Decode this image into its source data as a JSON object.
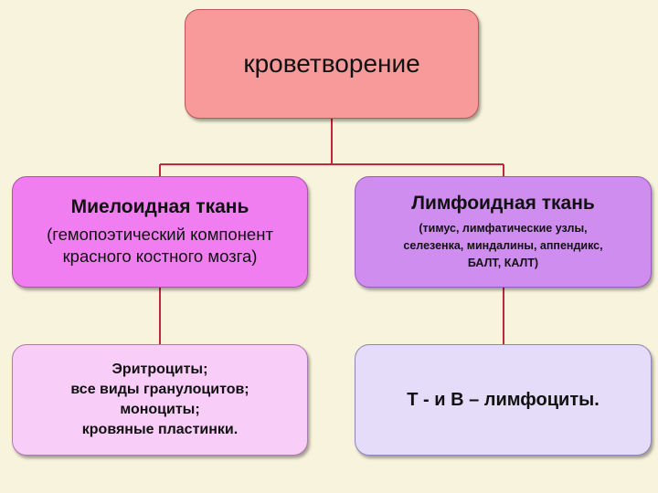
{
  "root": {
    "label": "кроветворение"
  },
  "myeloid": {
    "title": "Миелоидная ткань",
    "description_lines": [
      "(гемопоэтический компонент",
      "красного костного мозга)"
    ]
  },
  "lymphoid": {
    "title": "Лимфоидная ткань",
    "description_lines": [
      "(тимус, лимфатические узлы,",
      "селезенка, миндалины, аппендикс,",
      "БАЛТ, КАЛТ)"
    ]
  },
  "myeloid_products": {
    "lines": [
      "Эритроциты;",
      "все виды гранулоцитов;",
      "моноциты;",
      "кровяные пластинки."
    ]
  },
  "lymphoid_products": {
    "label": "Т -  и В – лимфоциты."
  },
  "colors": {
    "background": "#f8f3dc",
    "connector": "#c0283c",
    "root_fill": "#f89a9a",
    "myeloid_fill": "#f07ef0",
    "lymphoid_fill": "#cf8df0",
    "myeloid_products_fill": "#f8cdf8",
    "lymphoid_products_fill": "#e4dcf8"
  }
}
